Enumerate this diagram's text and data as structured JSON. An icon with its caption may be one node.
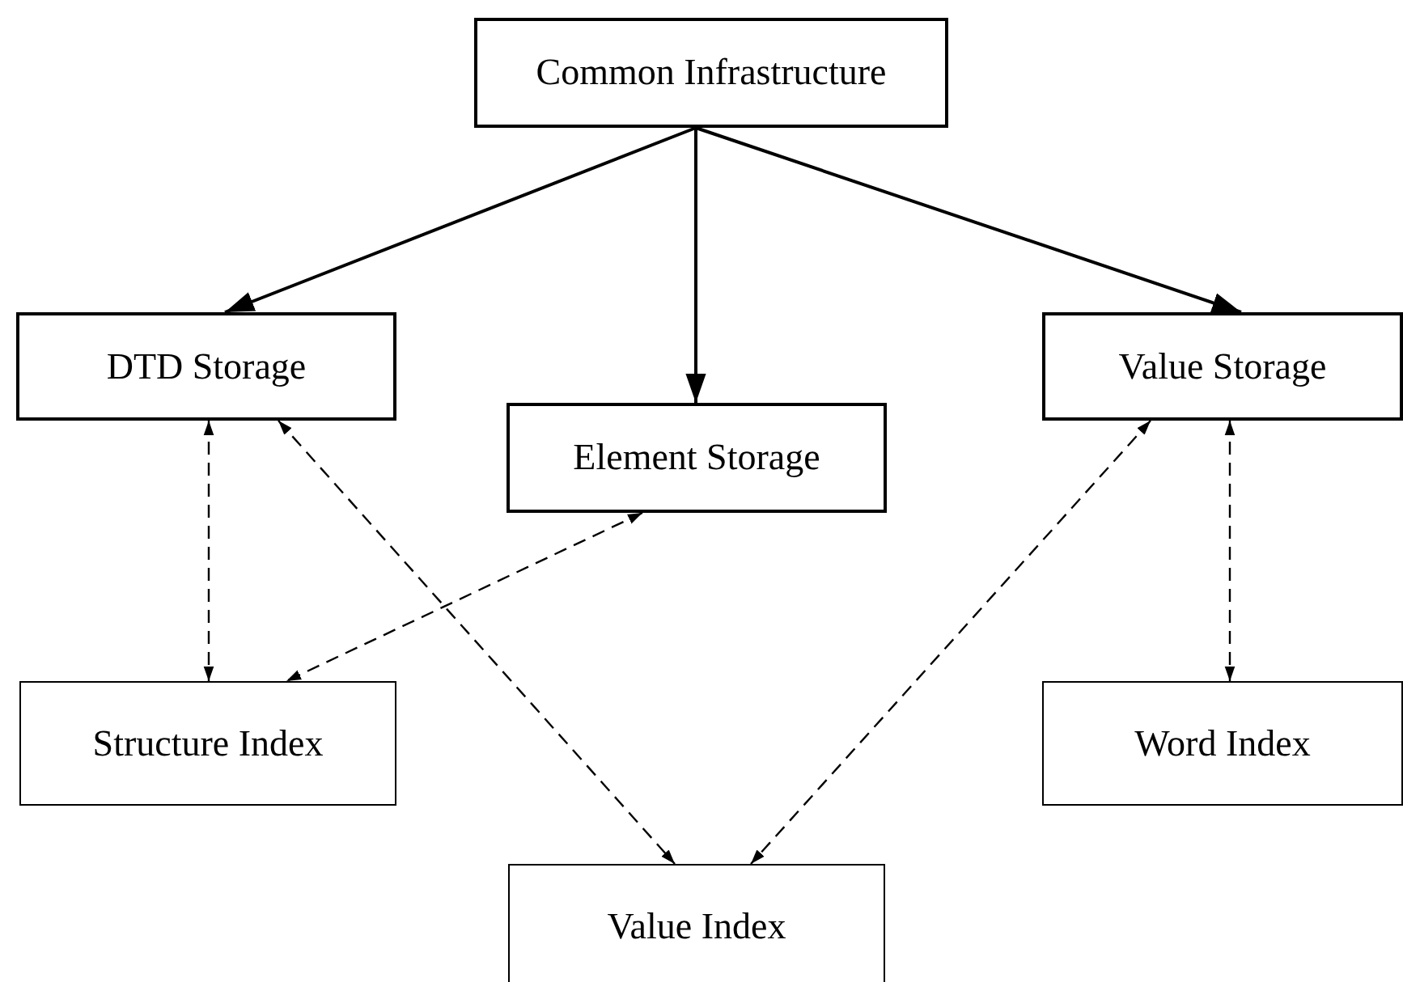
{
  "diagram": {
    "nodes": [
      {
        "text": [
          "Common Infrastructure"
        ]
      },
      {
        "text": [
          "DTD Storage"
        ]
      },
      {
        "text": [
          "Element Storage"
        ]
      },
      {
        "text": [
          "Value Storage"
        ]
      },
      {
        "text": [
          "Structure Index"
        ]
      },
      {
        "text": [
          "Word Index"
        ]
      },
      {
        "text": [
          "Value Index"
        ]
      }
    ],
    "edges": [
      {
        "from": 0,
        "to": 1,
        "arrow": "to"
      },
      {
        "from": 0,
        "to": 2,
        "arrow": "to"
      },
      {
        "from": 0,
        "to": 3,
        "arrow": "to"
      },
      {
        "from": 1,
        "to": 4,
        "arrow": "both",
        "style": "dashed"
      },
      {
        "from": 1,
        "to": 6,
        "arrow": "both",
        "style": "dashed"
      },
      {
        "from": 2,
        "to": 4,
        "arrow": "both",
        "style": "dashed"
      },
      {
        "from": 3,
        "to": 6,
        "arrow": "both",
        "style": "dashed"
      },
      {
        "from": 3,
        "to": 5,
        "arrow": "both",
        "style": "dashed"
      }
    ]
  }
}
